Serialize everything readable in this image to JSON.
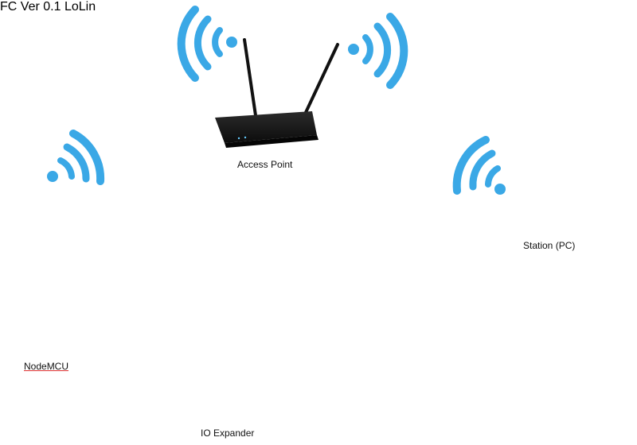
{
  "labels": {
    "access_point": "Access Point",
    "station": "Station (PC)",
    "nodemcu": "NodeMCU",
    "io_expander": "IO Expander"
  },
  "nodemcu_board": {
    "chip_text": "FC",
    "silkscreen": "LoLin",
    "version": "Ver 0.1"
  },
  "colors": {
    "wifi": "#3aa8e6",
    "cable_gray": "#c4c4c4",
    "wire_blue": "#1e63c9",
    "wire_yellow": "#f0d400",
    "wire_black": "#111111",
    "wire_red": "#e01b1b",
    "board_blue": "#1a5fa8",
    "pcb_black": "#151515"
  },
  "icons": [
    "wifi-icon",
    "router-icon",
    "laptop-icon",
    "nodemcu-board",
    "io-expander-board",
    "rj-connector",
    "dht-sensor"
  ]
}
